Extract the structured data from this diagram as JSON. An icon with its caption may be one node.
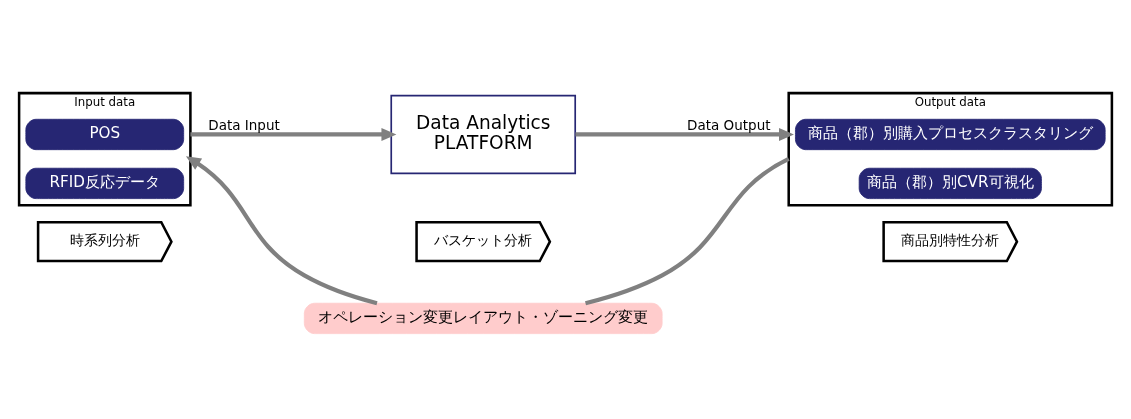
{
  "diagram": {
    "nodes": [
      {
        "text": [
          "Input data"
        ]
      },
      {
        "text": [
          "POS"
        ],
        "in": 0
      },
      {
        "text": [
          "RFID反応データ"
        ],
        "in": 0
      },
      {
        "text": [
          "Data Analytics",
          "PLATFORM"
        ]
      },
      {
        "text": [
          "Output data"
        ]
      },
      {
        "text": [
          "商品（郡）別購入プロセスクラスタリング"
        ],
        "in": 4
      },
      {
        "text": [
          "商品（郡）別CVR可視化"
        ],
        "in": 4
      },
      {
        "text": [
          "時系列分析"
        ]
      },
      {
        "text": [
          "バスケット分析"
        ]
      },
      {
        "text": [
          "商品別特性分析"
        ]
      },
      {
        "text": [
          "オペレーション変更レイアウト・ゾーニング変更"
        ]
      }
    ],
    "edges": [
      {
        "from": 0,
        "to": 3,
        "arrow": "to",
        "label": "Data Input"
      },
      {
        "from": 3,
        "to": 4,
        "arrow": "to",
        "label": "Data Output"
      },
      {
        "from": 4,
        "to": 10,
        "arrow": "none"
      },
      {
        "from": 10,
        "to": 0,
        "arrow": "to"
      }
    ]
  }
}
